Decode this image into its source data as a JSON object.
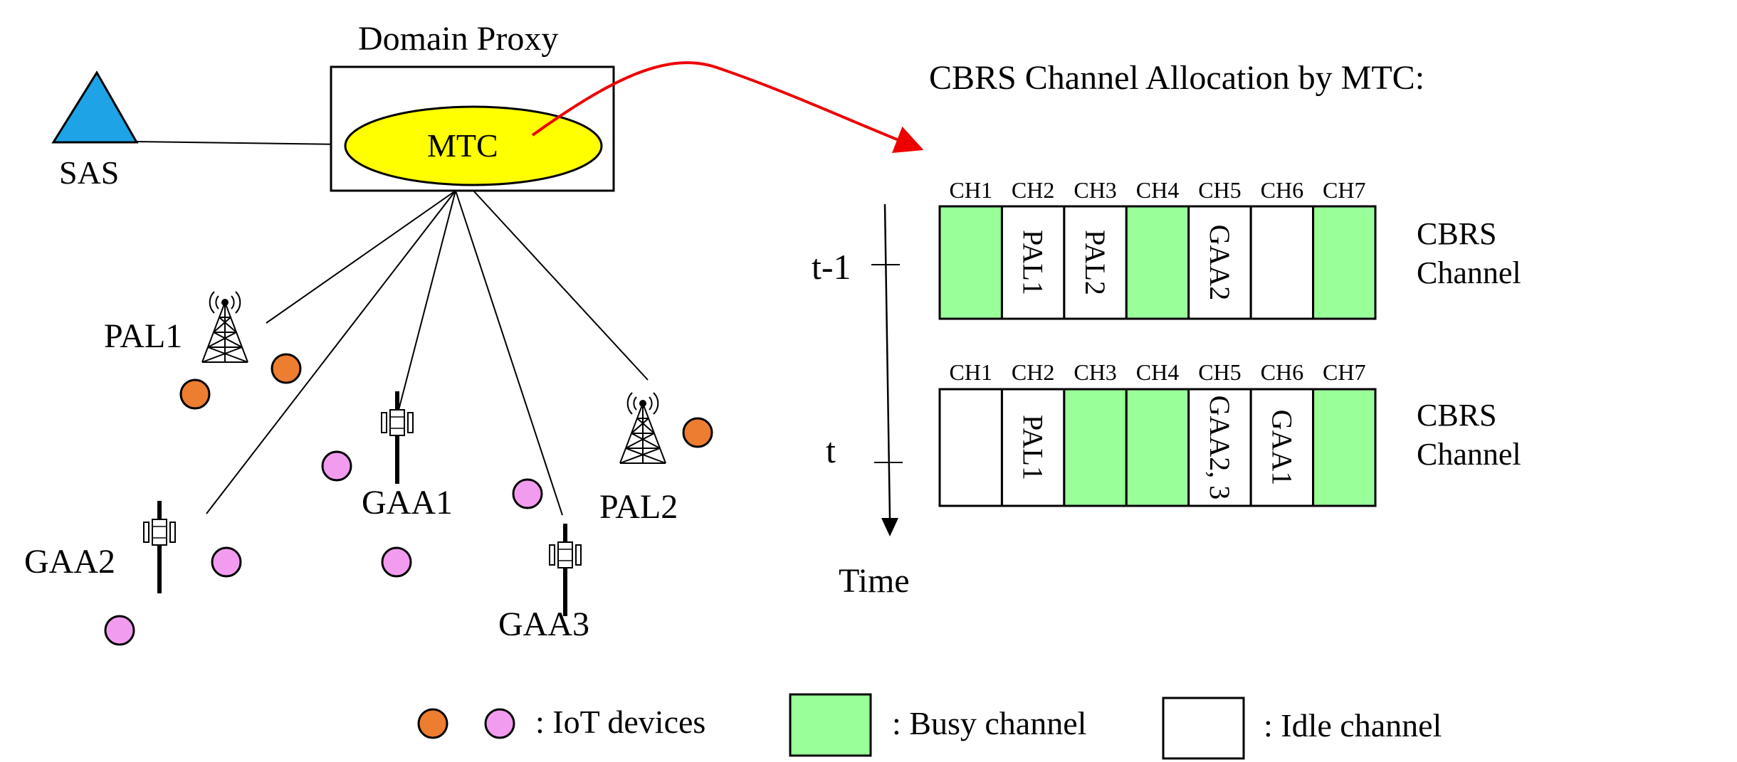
{
  "network": {
    "domain_proxy_label": "Domain Proxy",
    "mtc_label": "MTC",
    "sas_label": "SAS",
    "pal1_label": "PAL1",
    "pal2_label": "PAL2",
    "gaa1_label": "GAA1",
    "gaa2_label": "GAA2",
    "gaa3_label": "GAA3"
  },
  "allocation": {
    "title": "CBRS Channel Allocation by MTC:",
    "time_axis_label": "Time",
    "channel_headers": [
      "CH1",
      "CH2",
      "CH3",
      "CH4",
      "CH5",
      "CH6",
      "CH7"
    ],
    "rows": [
      {
        "time_label": "t-1",
        "side_label_line1": "CBRS",
        "side_label_line2": "Channel",
        "busy": [
          true,
          false,
          false,
          true,
          false,
          false,
          true
        ],
        "labels": [
          "",
          "PAL1",
          "PAL2",
          "",
          "GAA2",
          "",
          ""
        ]
      },
      {
        "time_label": "t",
        "side_label_line1": "CBRS",
        "side_label_line2": "Channel",
        "busy": [
          false,
          false,
          true,
          true,
          false,
          false,
          true
        ],
        "labels": [
          "",
          "PAL1",
          "",
          "",
          "GAA2, 3",
          "GAA1",
          ""
        ]
      }
    ]
  },
  "legend": {
    "iot_label": ": IoT devices",
    "busy_label": ": Busy channel",
    "idle_label": ": Idle channel"
  },
  "colors": {
    "busy": "#99ff99",
    "idle": "#ffffff",
    "iot_orange": "#ed7d31",
    "iot_pink": "#f29cf0",
    "mtc_fill": "#ffff00",
    "sas_fill": "#1ea4e6",
    "arrow": "#ee0000"
  }
}
